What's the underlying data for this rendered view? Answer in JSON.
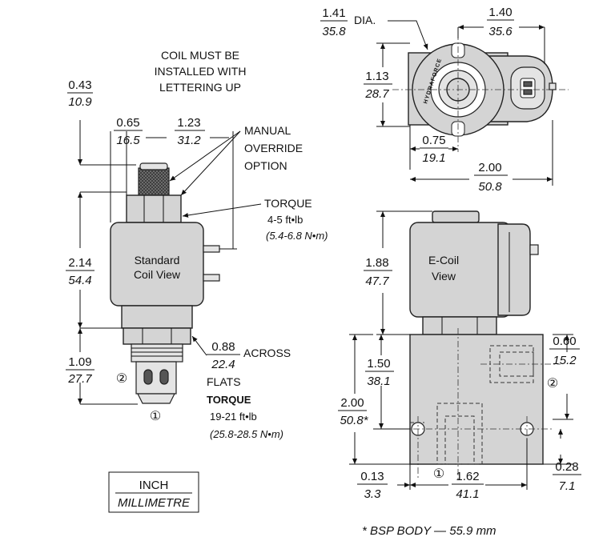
{
  "notes": {
    "coil_must_line1": "COIL MUST BE",
    "coil_must_line2": "INSTALLED WITH",
    "coil_must_line3": "LETTERING UP",
    "manual_line1": "MANUAL",
    "manual_line2": "OVERRIDE",
    "manual_line3": "OPTION",
    "torque_top_label": "TORQUE",
    "torque_top_value": "4-5 ft•lb",
    "torque_top_metric": "(5.4-6.8 N•m)",
    "across_label": "ACROSS",
    "flats_label": "FLATS",
    "torque_bottom_label": "TORQUE",
    "torque_bottom_value": "19-21 ft•lb",
    "torque_bottom_metric": "(25.8-28.5 N•m)",
    "dia_label": "DIA.",
    "bsp_note": "* BSP BODY — 55.9 mm",
    "brand": "HYDRAFORCE"
  },
  "views": {
    "standard_line1": "Standard",
    "standard_line2": "Coil View",
    "ecoil_line1": "E-Coil",
    "ecoil_line2": "View"
  },
  "legend": {
    "inch": "INCH",
    "mm": "MILLIMETRE"
  },
  "ports": {
    "p1": "①",
    "p2": "②"
  },
  "dims": {
    "d1_in": "0.43",
    "d1_mm": "10.9",
    "d2_in": "0.65",
    "d2_mm": "16.5",
    "d3_in": "1.23",
    "d3_mm": "31.2",
    "d4_in": "2.14",
    "d4_mm": "54.4",
    "d5_in": "1.09",
    "d5_mm": "27.7",
    "d6_in": "0.88",
    "d6_mm": "22.4",
    "d7_in": "1.41",
    "d7_mm": "35.8",
    "d8_in": "1.40",
    "d8_mm": "35.6",
    "d9_in": "1.13",
    "d9_mm": "28.7",
    "d10_in": "0.75",
    "d10_mm": "19.1",
    "d11_in": "2.00",
    "d11_mm": "50.8",
    "d12_in": "1.88",
    "d12_mm": "47.7",
    "d13_in": "1.50",
    "d13_mm": "38.1",
    "d14_in": "2.00",
    "d14_mm": "50.8*",
    "d15_in": "0.60",
    "d15_mm": "15.2",
    "d16_in": "0.13",
    "d16_mm": "3.3",
    "d17_in": "1.62",
    "d17_mm": "41.1",
    "d18_in": "0.28",
    "d18_mm": "7.1"
  }
}
